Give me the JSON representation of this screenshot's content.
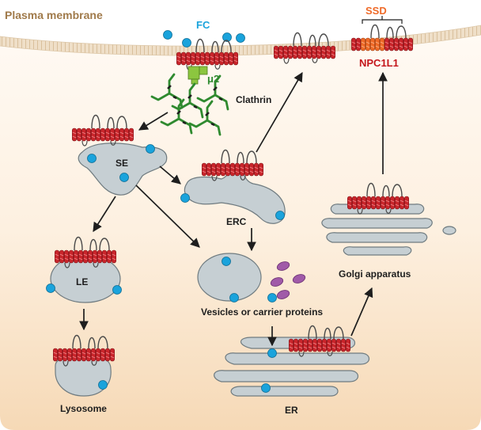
{
  "labels": {
    "plasma_membrane": "Plasma membrane",
    "fc": "FC",
    "ssd": "SSD",
    "npc1l1": "NPC1L1",
    "mu2": "μ2",
    "clathrin": "Clathrin",
    "se": "SE",
    "erc": "ERC",
    "le": "LE",
    "lysosome": "Lysosome",
    "vesicles": "Vesicles or carrier proteins",
    "golgi": "Golgi apparatus",
    "er": "ER"
  },
  "colors": {
    "cholesterol": "#1aa3dc",
    "npc1l1_helix": "#c9252b",
    "ssd_helix": "#ef6a28",
    "clathrin": "#2f8a2f",
    "mu2": "#8cc63f",
    "carrier_protein": "#a05aa8",
    "organelle": "#c6cfd3",
    "membrane": "#e9d6bc"
  },
  "icons": [
    "cholesterol-dot",
    "npc1l1-protein",
    "clathrin-triskelion",
    "arrow"
  ]
}
